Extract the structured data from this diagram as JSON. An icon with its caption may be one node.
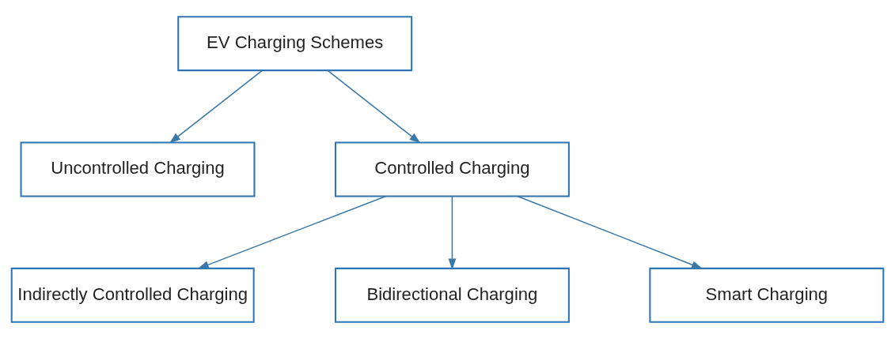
{
  "diagram": {
    "nodes": [
      {
        "text": [
          "EV Charging Schemes"
        ]
      },
      {
        "text": [
          "Uncontrolled Charging"
        ]
      },
      {
        "text": [
          "Controlled Charging"
        ]
      },
      {
        "text": [
          "Indirectly Controlled Charging"
        ]
      },
      {
        "text": [
          "Bidirectional Charging"
        ]
      },
      {
        "text": [
          "Smart Charging"
        ]
      }
    ],
    "edges": [
      {
        "from": 0,
        "to": 1,
        "arrow": "to"
      },
      {
        "from": 0,
        "to": 2,
        "arrow": "to"
      },
      {
        "from": 2,
        "to": 3,
        "arrow": "to"
      },
      {
        "from": 2,
        "to": 4,
        "arrow": "to"
      },
      {
        "from": 2,
        "to": 5,
        "arrow": "to"
      }
    ]
  }
}
